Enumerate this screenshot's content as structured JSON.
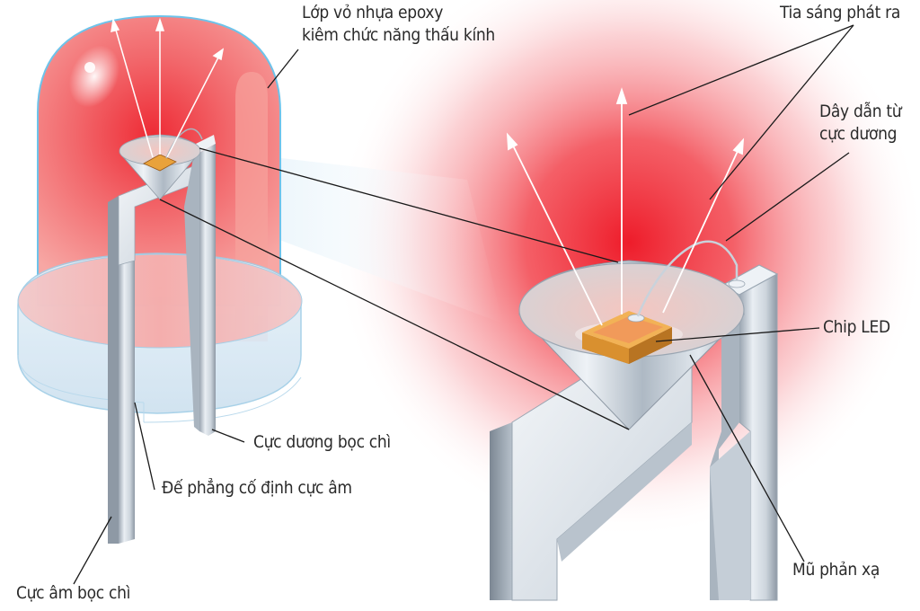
{
  "labels": {
    "epoxy_line1": "Lớp vỏ nhựa epoxy",
    "epoxy_line2": "kiêm chức năng thấu kính",
    "rays": "Tia sáng phát ra",
    "wire_line1": "Dây dẫn từ",
    "wire_line2": "cực dương",
    "chip": "Chip LED",
    "anode": "Cực dương bọc chì",
    "base": "Đế phẳng cố định cực âm",
    "cathode": "Cực âm bọc chì",
    "reflector": "Mũ phản xạ"
  },
  "colors": {
    "epoxy_red": "#f4837a",
    "glow_red": "#ee1c2a",
    "lead_silver": "#d7dde3",
    "chip_gold": "#e9a23b",
    "leader_line": "#1a1a1a"
  }
}
